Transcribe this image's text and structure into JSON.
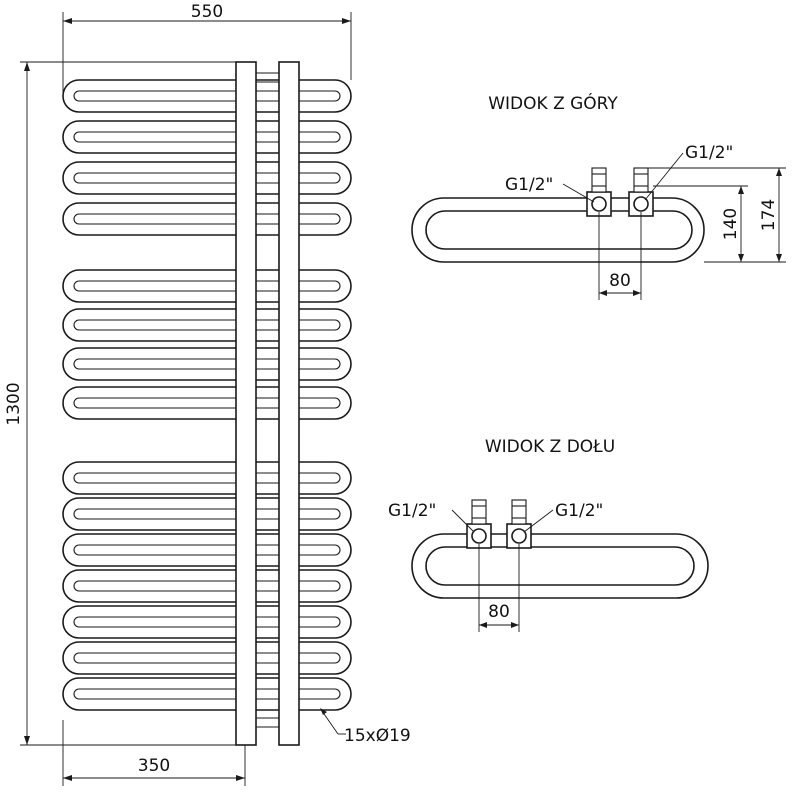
{
  "front_view": {
    "width_label": "550",
    "height_label": "1300",
    "bottom_label": "350",
    "tubes_label": "15xØ19",
    "tube_groups": [
      4,
      4,
      7
    ]
  },
  "top_view": {
    "title": "WIDOK Z GÓRY",
    "connection_left": "G1/2\"",
    "connection_right": "G1/2\"",
    "spacing_label": "80",
    "depth_label": "140",
    "total_depth_label": "174"
  },
  "bottom_view": {
    "title": "WIDOK Z DOŁU",
    "connection_left": "G1/2\"",
    "connection_right": "G1/2\"",
    "spacing_label": "80"
  },
  "colors": {
    "line": "#1a1a1a",
    "background": "#ffffff"
  }
}
